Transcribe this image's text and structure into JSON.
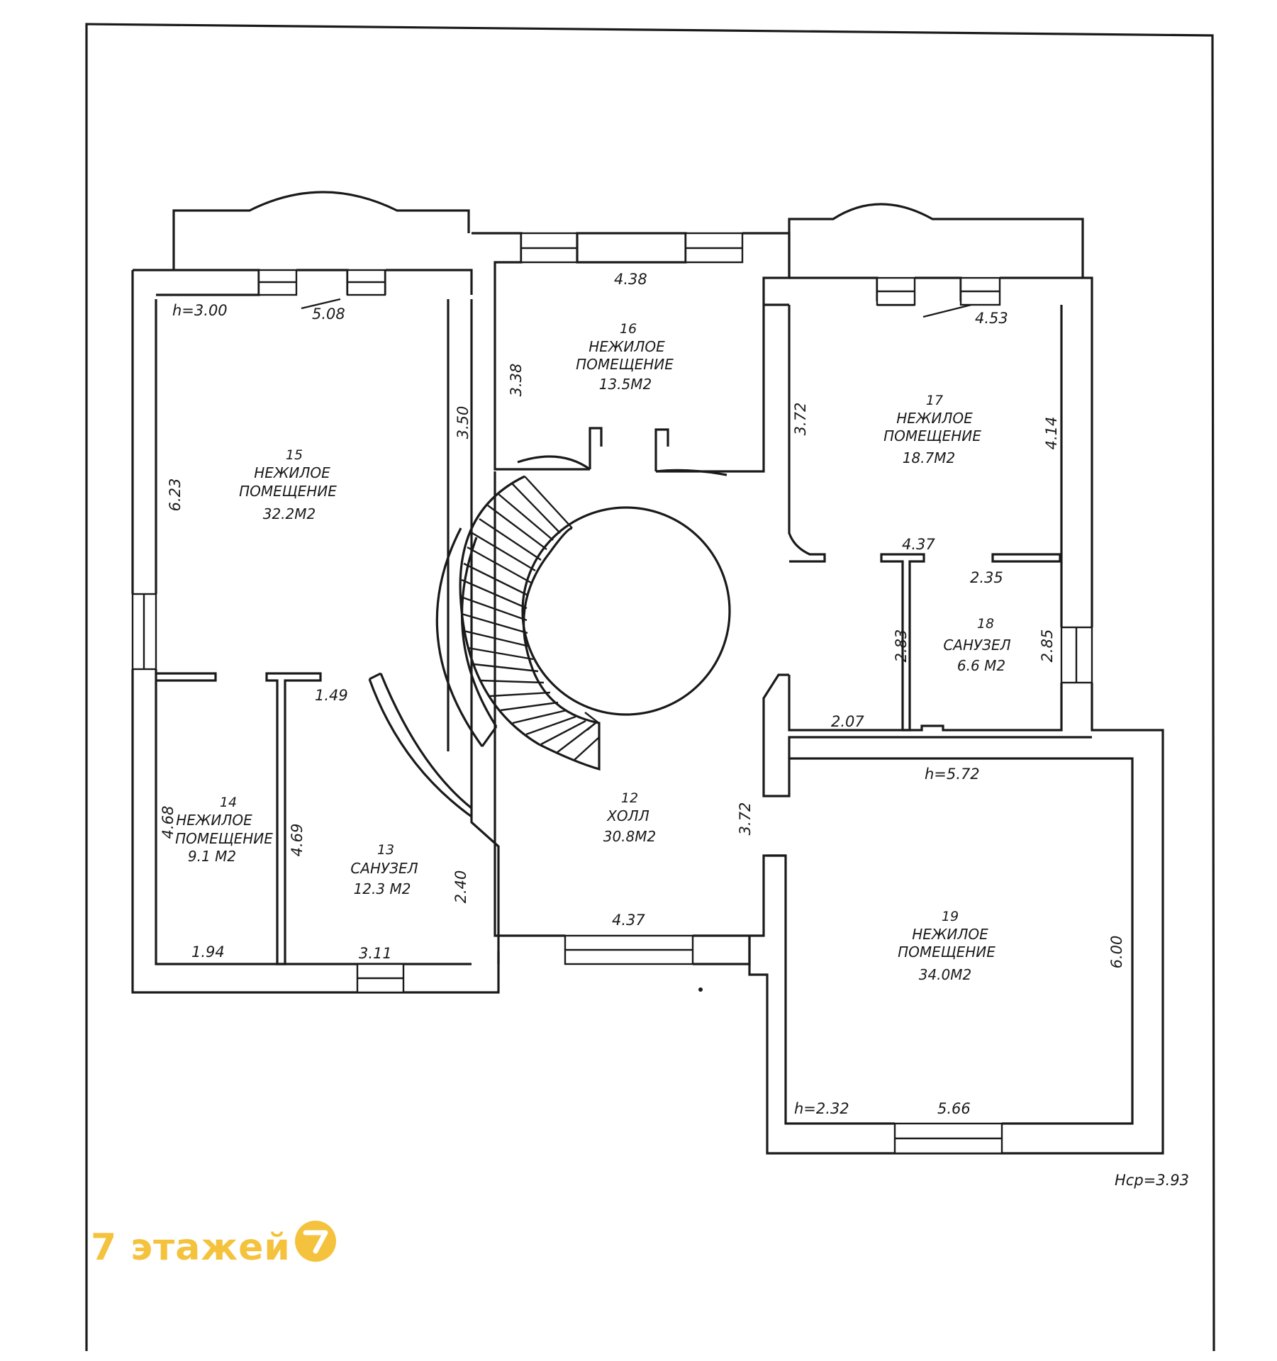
{
  "rooms": [
    {
      "number": "15",
      "name_1": "НЕЖИЛОЕ",
      "name_2": "ПОМЕЩЕНИЕ",
      "area": "32.2М2"
    },
    {
      "number": "16",
      "name_1": "НЕЖИЛОЕ",
      "name_2": "ПОМЕЩЕНИЕ",
      "area": "13.5М2"
    },
    {
      "number": "17",
      "name_1": "НЕЖИЛОЕ",
      "name_2": "ПОМЕЩЕНИЕ",
      "area": "18.7М2"
    },
    {
      "number": "18",
      "name_1": "САНУЗЕЛ",
      "area": "6.6 М2"
    },
    {
      "number": "14",
      "name_1": "НЕЖИЛОЕ",
      "name_2": "ПОМЕЩЕНИЕ",
      "area": "9.1 М2"
    },
    {
      "number": "13",
      "name_1": "САНУЗЕЛ",
      "area": "12.3 М2"
    },
    {
      "number": "12",
      "name_1": "ХОЛЛ",
      "area": "30.8М2"
    },
    {
      "number": "19",
      "name_1": "НЕЖИЛОЕ",
      "name_2": "ПОМЕЩЕНИЕ",
      "area": "34.0М2"
    }
  ],
  "dimensions": {
    "h_300": "h=3.00",
    "d_508": "5.08",
    "d_438": "4.38",
    "d_453": "4.53",
    "d_338": "3.38",
    "d_350": "3.50",
    "d_623": "6.23",
    "d_372a": "3.72",
    "d_414": "4.14",
    "d_437a": "4.37",
    "d_235": "2.35",
    "d_283": "2.83",
    "d_285": "2.85",
    "d_207": "2.07",
    "d_149": "1.49",
    "h_572": "h=5.72",
    "d_468": "4.68",
    "d_469": "4.69",
    "d_372b": "3.72",
    "d_240": "2.40",
    "d_437b": "4.37",
    "d_194": "1.94",
    "d_311": "3.11",
    "d_600": "6.00",
    "h_232": "h=2.32",
    "d_566": "5.66",
    "hsr": "Нср=3.93"
  },
  "watermark": {
    "text": "7 этажей",
    "badge_glyph": "7",
    "color": "#f4c23c"
  }
}
